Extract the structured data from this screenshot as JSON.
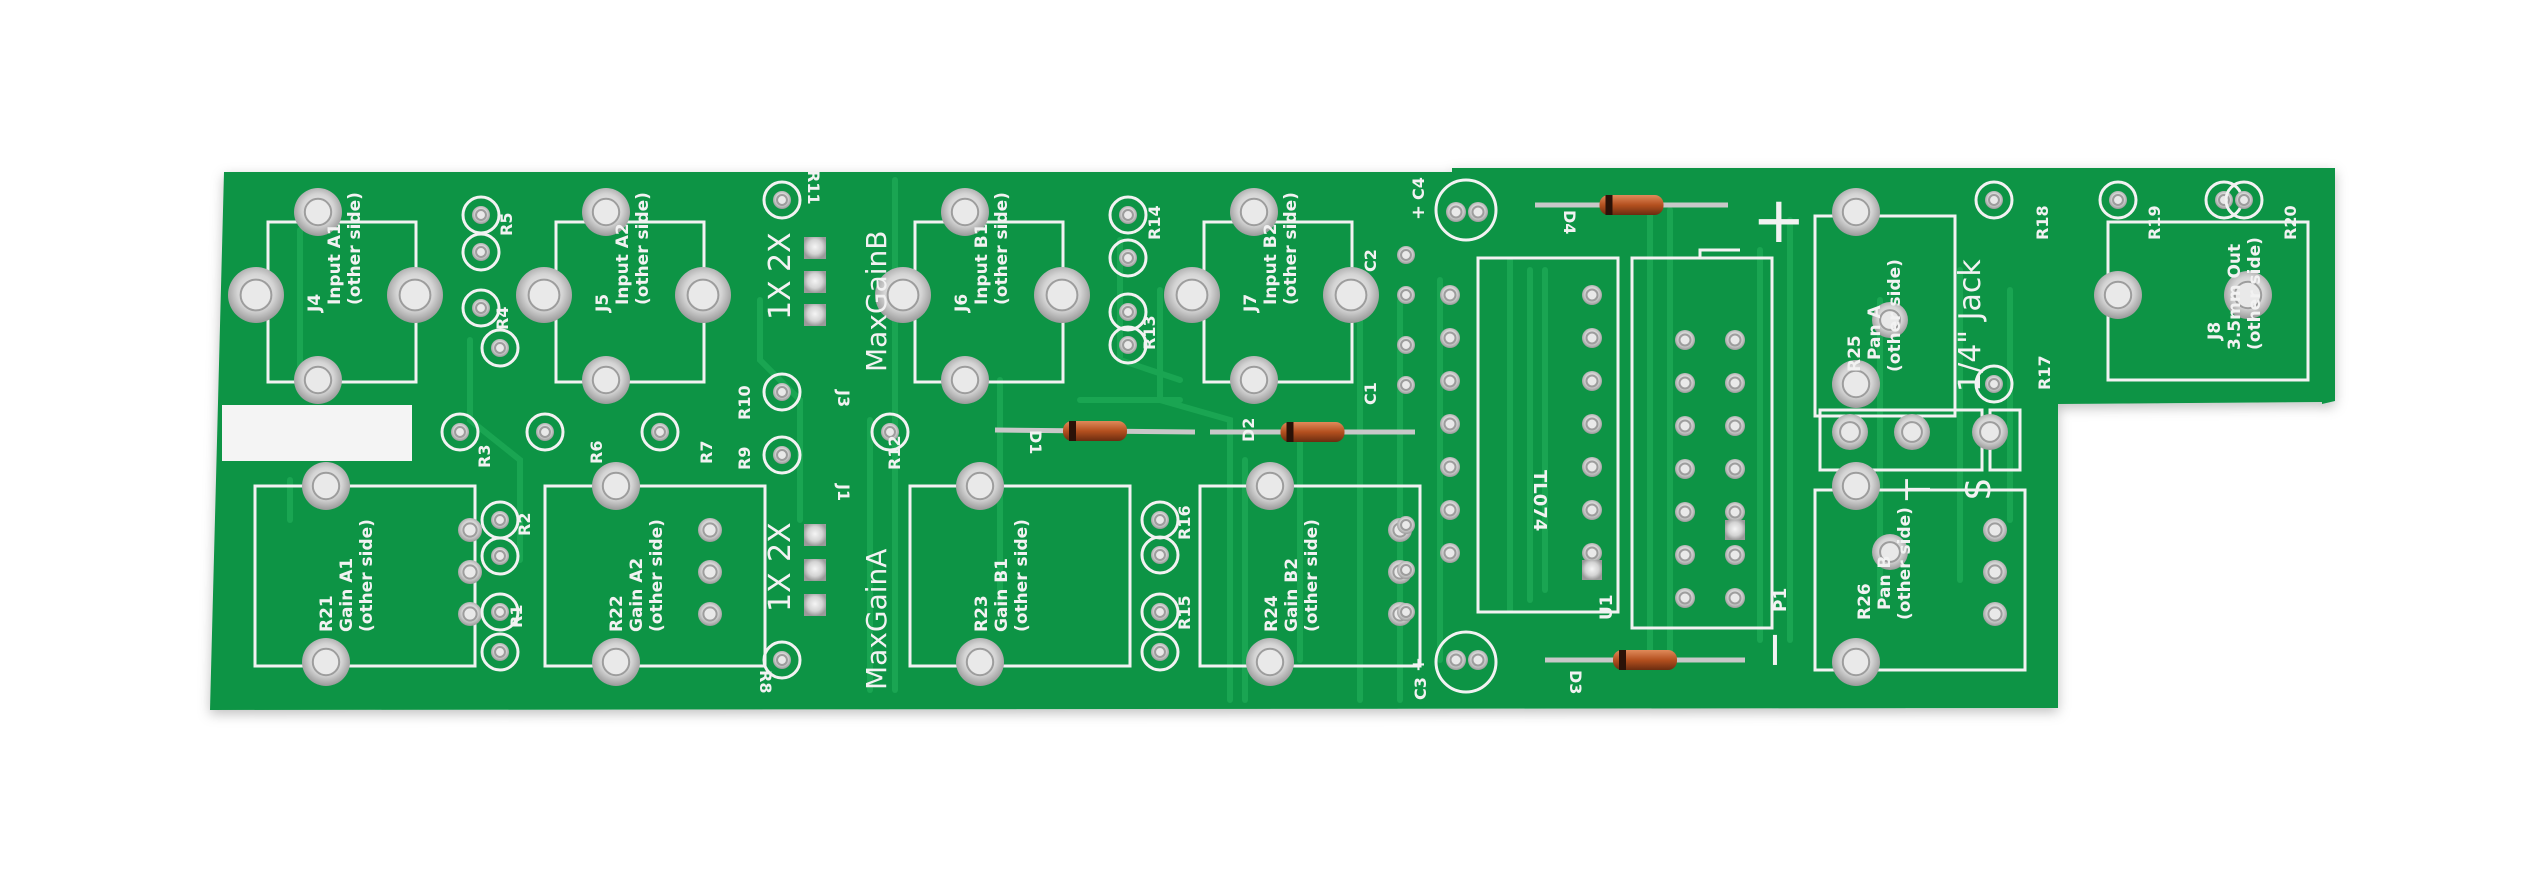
{
  "board": {
    "colors": {
      "mask": "#0c9444",
      "mask_dark": "#087a37",
      "trace": "#1aa552",
      "silk": "#f2f2f2",
      "pad": "#d9d9d9",
      "pad_hole": "#b8b8b8"
    },
    "refdes": {
      "R1": "R1",
      "R2": "R2",
      "R3": "R3",
      "R4": "R4",
      "R5": "R5",
      "R6": "R6",
      "R7": "R7",
      "R8": "R8",
      "R9": "R9",
      "R10": "R10",
      "R11": "R11",
      "R12": "R12",
      "R13": "R13",
      "R14": "R14",
      "R15": "R15",
      "R16": "R16",
      "R17": "R17",
      "R18": "R18",
      "R19": "R19",
      "R20": "R20",
      "C1": "C1",
      "C2": "C2",
      "C3": "C3",
      "C4": "C4",
      "D1": "D1",
      "D2": "D2",
      "D3": "D3",
      "D4": "D4",
      "J3": "J3",
      "J4": "J4",
      "J5": "J5",
      "J6": "J6",
      "J7": "J7",
      "J8": "J8",
      "J1": "J1",
      "U1": "U1",
      "P1": "P1",
      "TL074": "TL074"
    },
    "jacks": [
      {
        "id": "J4",
        "line1": "Input A1",
        "line2": "(other side)"
      },
      {
        "id": "J5",
        "line1": "Input A2",
        "line2": "(other side)"
      },
      {
        "id": "J6",
        "line1": "Input B1",
        "line2": "(other side)"
      },
      {
        "id": "J7",
        "line1": "Input B2",
        "line2": "(other side)"
      }
    ],
    "pots": [
      {
        "id": "R21",
        "line1": "R21",
        "line2": "Gain A1",
        "line3": "(other side)"
      },
      {
        "id": "R22",
        "line1": "R22",
        "line2": "Gain A2",
        "line3": "(other side)"
      },
      {
        "id": "R23",
        "line1": "R23",
        "line2": "Gain B1",
        "line3": "(other side)"
      },
      {
        "id": "R24",
        "line1": "R24",
        "line2": "Gain B2",
        "line3": "(other side)"
      },
      {
        "id": "R25",
        "line1": "R25",
        "line2": "Pan A",
        "line3": "(other side)"
      },
      {
        "id": "R26",
        "line1": "R26",
        "line2": "Pan B",
        "line3": "(other side)"
      }
    ],
    "headers": {
      "gainB_label": "MaxGainB",
      "gainA_label": "MaxGainA",
      "opt1x": "1X",
      "opt2x": "2X"
    },
    "out_jack": {
      "id": "J8",
      "line1": "3.5mm Out",
      "line2": "(other side)"
    },
    "quarter_jack": {
      "label": "1/4\" Jack",
      "sleeve": "S",
      "tip": "T"
    },
    "power": {
      "plus": "+",
      "minus": "−",
      "c4_plus": "+",
      "c3_plus": "+"
    }
  }
}
